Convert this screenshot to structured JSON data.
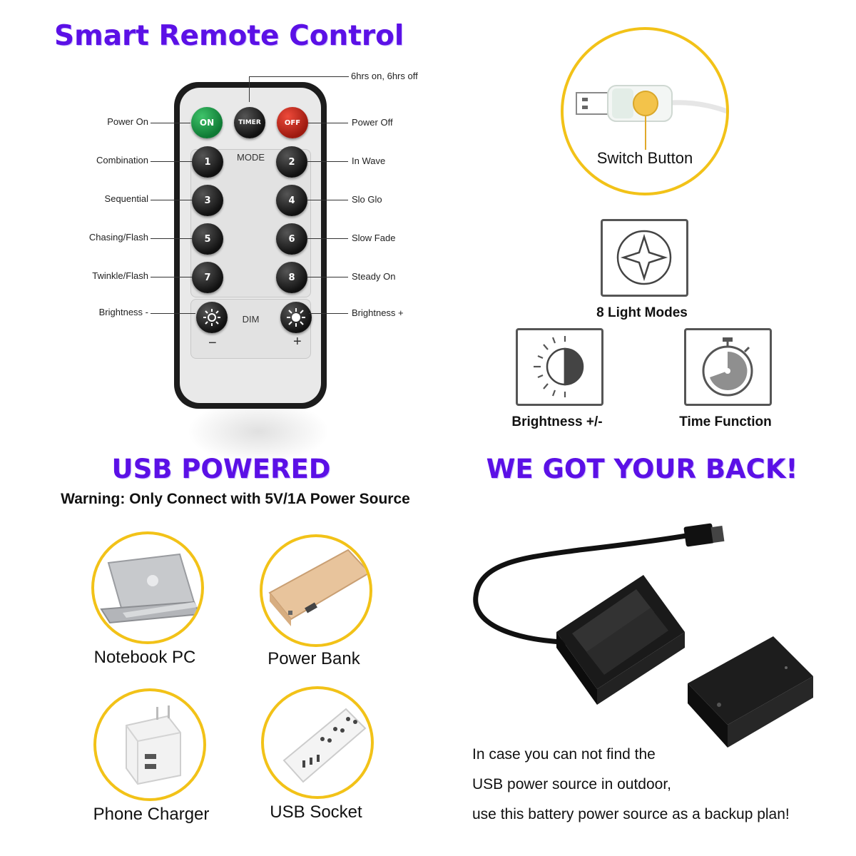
{
  "remote_section": {
    "title": "Smart Remote Control",
    "timer_note": "6hrs on, 6hrs off",
    "buttons": {
      "on": "ON",
      "timer": "TIMER",
      "off": "OFF",
      "mode_label": "MODE",
      "dim_label": "DIM",
      "minus": "−",
      "plus": "+",
      "num1": "1",
      "num2": "2",
      "num3": "3",
      "num4": "4",
      "num5": "5",
      "num6": "6",
      "num7": "7",
      "num8": "8"
    },
    "left_labels": [
      "Power On",
      "Combination",
      "Sequential",
      "Chasing/Flash",
      "Twinkle/Flash",
      "Brightness -"
    ],
    "right_labels": [
      "Power Off",
      "In Wave",
      "Slo Glo",
      "Slow Fade",
      "Steady On",
      "Brightness +"
    ]
  },
  "switch_section": {
    "label": "Switch Button"
  },
  "features": {
    "modes": "8 Light Modes",
    "brightness": "Brightness +/-",
    "time": "Time Function"
  },
  "usb_section": {
    "title": "USB POWERED",
    "warning": "Warning: Only Connect with 5V/1A Power Source",
    "devices": [
      "Notebook PC",
      "Power Bank",
      "Phone Charger",
      "USB Socket"
    ]
  },
  "backup_section": {
    "title": "WE GOT YOUR BACK!",
    "lines": [
      "In case you can not find the",
      "USB power source in outdoor,",
      "use this battery power source as a backup plan!"
    ]
  },
  "colors": {
    "heading": "#5b10e6",
    "ring": "#f2c218",
    "on_button": "#1a9a48",
    "off_button": "#c8281a"
  }
}
